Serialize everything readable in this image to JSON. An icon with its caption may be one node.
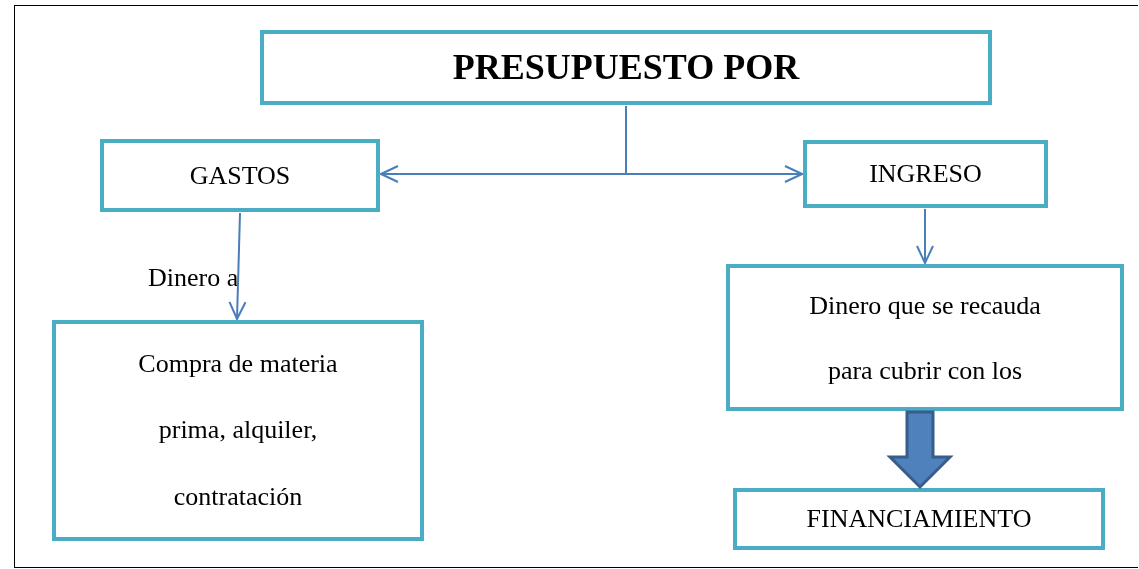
{
  "diagram": {
    "nodes": [
      {
        "text": [
          "PRESUPUESTO POR"
        ]
      },
      {
        "text": [
          "GASTOS"
        ]
      },
      {
        "text": [
          "INGRESO"
        ]
      },
      {
        "text": [
          "Compra de materia prima, alquiler, contratación"
        ]
      },
      {
        "text": [
          "Dinero que se recauda para cubrir con los"
        ]
      },
      {
        "text": [
          "FINANCIAMIENTO"
        ]
      }
    ],
    "edges": [
      {
        "from": 0,
        "to": 1,
        "arrow": "to"
      },
      {
        "from": 0,
        "to": 2,
        "arrow": "to"
      },
      {
        "from": 1,
        "to": 3,
        "arrow": "to",
        "label": "Dinero a"
      },
      {
        "from": 2,
        "to": 4,
        "arrow": "to"
      },
      {
        "from": 4,
        "to": 5,
        "arrow": "to",
        "style": "thick",
        "color": "#4f81bd"
      }
    ]
  }
}
